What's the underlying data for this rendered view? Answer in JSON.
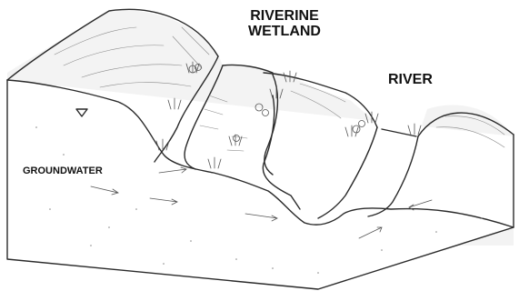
{
  "labels": {
    "riverine_wetland_line1": "RIVERINE",
    "riverine_wetland_line2": "WETLAND",
    "river": "RIVER",
    "groundwater": "GROUNDWATER"
  },
  "icons": {
    "water_table_marker": "inverted-triangle-icon",
    "flow_arrow": "arrow-icon",
    "vegetation": "grass-tuft-icon"
  }
}
